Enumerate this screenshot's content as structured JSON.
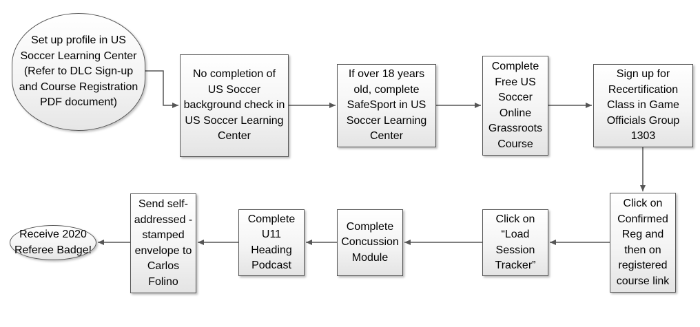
{
  "flowchart": {
    "nodes": [
      {
        "id": "n1",
        "shape": "terminator",
        "text": "Set up profile in US\nSoccer Learning Center\n(Refer to DLC Sign-up\nand Course Registration\nPDF document)"
      },
      {
        "id": "n2",
        "shape": "process",
        "text": "No completion of\nUS Soccer\nbackground check in\nUS Soccer Learning\nCenter"
      },
      {
        "id": "n3",
        "shape": "process",
        "text": "If over 18 years\nold, complete\nSafeSport in US\nSoccer Learning\nCenter"
      },
      {
        "id": "n4",
        "shape": "process",
        "text": "Complete\nFree US\nSoccer\nOnline\nGrassroots\nCourse"
      },
      {
        "id": "n5",
        "shape": "process",
        "text": "Sign up for\nRecertification\nClass in Game\nOfficials Group\n1303"
      },
      {
        "id": "n6",
        "shape": "process",
        "text": "Click on\nConfirmed\nReg and\nthen on\nregistered\ncourse link"
      },
      {
        "id": "n7",
        "shape": "process",
        "text": "Click on\n“Load\nSession\nTracker”"
      },
      {
        "id": "n8",
        "shape": "process",
        "text": "Complete\nConcussion\nModule"
      },
      {
        "id": "n9",
        "shape": "process",
        "text": "Complete\nU11\nHeading\nPodcast"
      },
      {
        "id": "n10",
        "shape": "process",
        "text": "Send self-\naddressed -\nstamped\nenvelope to\nCarlos\nFolino"
      },
      {
        "id": "n11",
        "shape": "terminator",
        "text": "Receive 2020\nReferee Badge!"
      }
    ],
    "edges": [
      {
        "from": "n1",
        "to": "n2"
      },
      {
        "from": "n2",
        "to": "n3"
      },
      {
        "from": "n3",
        "to": "n4"
      },
      {
        "from": "n4",
        "to": "n5"
      },
      {
        "from": "n5",
        "to": "n6"
      },
      {
        "from": "n6",
        "to": "n7"
      },
      {
        "from": "n7",
        "to": "n8"
      },
      {
        "from": "n8",
        "to": "n9"
      },
      {
        "from": "n9",
        "to": "n10"
      },
      {
        "from": "n10",
        "to": "n11"
      }
    ],
    "colors": {
      "line": "#555555",
      "border": "#555555",
      "fill": "#f2f2f2",
      "text": "#000000"
    }
  }
}
